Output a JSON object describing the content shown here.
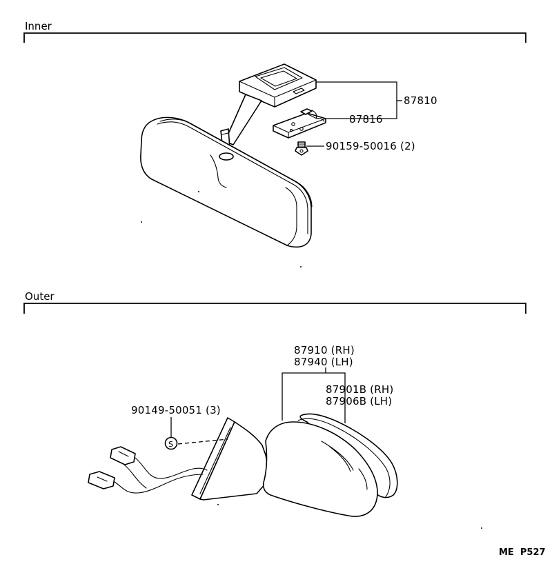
{
  "sections": {
    "inner": {
      "title": "Inner"
    },
    "outer": {
      "title": "Outer"
    }
  },
  "callouts": {
    "inner_mirror_assy": "87810",
    "inner_stay": "87816",
    "inner_screw": "90159-50016 (2)",
    "outer_mirror_rh": "87910 (RH)",
    "outer_mirror_lh": "87940 (LH)",
    "outer_cover_rh": "87901B (RH)",
    "outer_cover_lh": "87906B (LH)",
    "outer_screw": "90149-50051 (3)",
    "screw_symbol": "S"
  },
  "footer": {
    "code": "ME  P527"
  }
}
